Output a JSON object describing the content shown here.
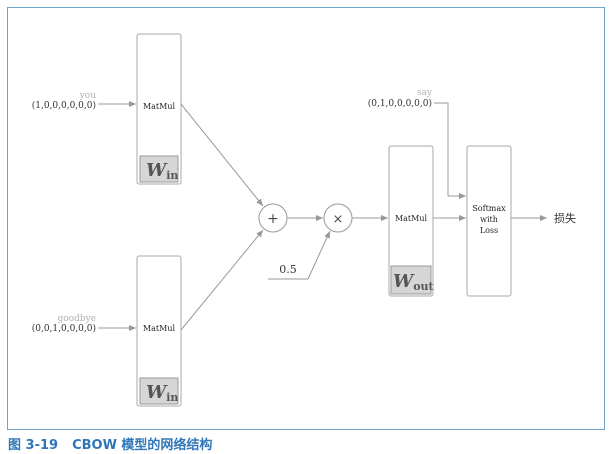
{
  "inputs": {
    "you": {
      "word": "you",
      "vector": "(1,0,0,0,0,0,0)"
    },
    "goodbye": {
      "word": "goodbye",
      "vector": "(0,0,1,0,0,0,0)"
    },
    "say": {
      "word": "say",
      "vector": "(0,1,0,0,0,0,0)"
    }
  },
  "nodes": {
    "matmul_top": "MatMul",
    "matmul_bottom": "MatMul",
    "matmul_out": "MatMul",
    "w_in_letter": "W",
    "w_in_sub": "in",
    "w_out_letter": "W",
    "w_out_sub": "out",
    "add_symbol": "+",
    "mul_symbol": "×",
    "half": "0.5",
    "softmax_line1": "Softmax",
    "softmax_line2": "with",
    "softmax_line3": "Loss",
    "loss": "损失"
  },
  "caption": {
    "number": "图 3-19",
    "title": "CBOW 模型的网络结构"
  }
}
